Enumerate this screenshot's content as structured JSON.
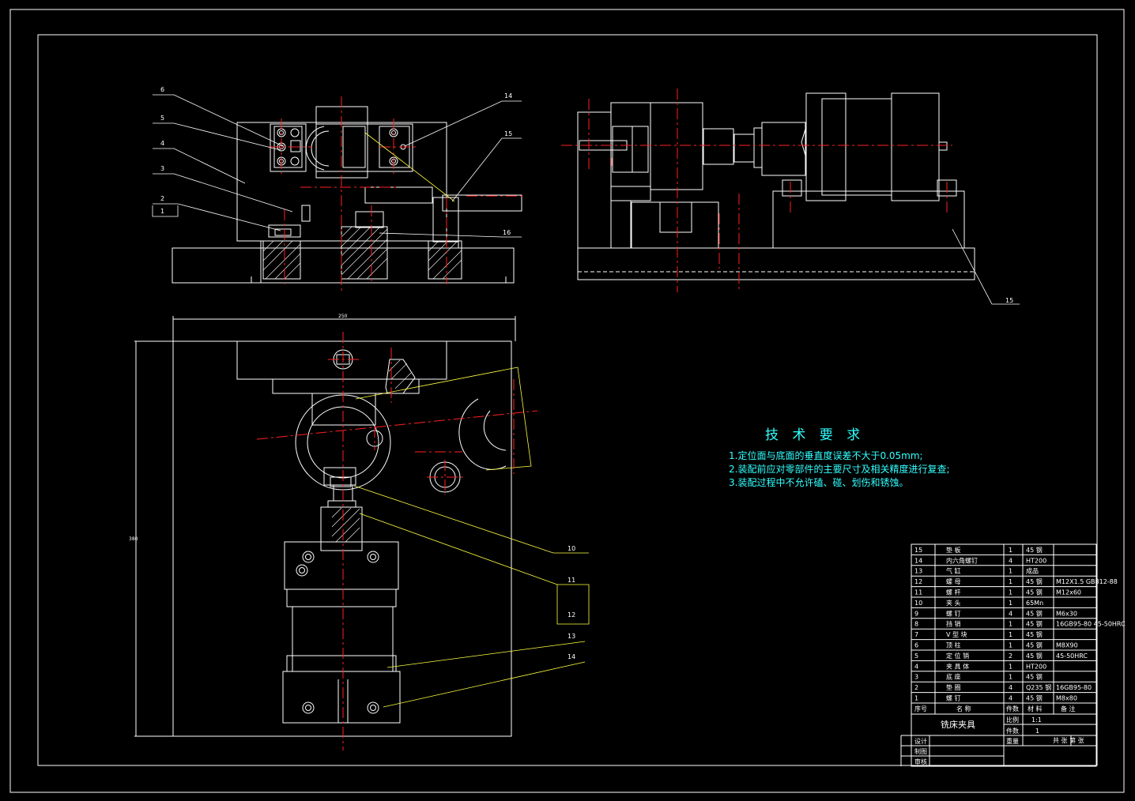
{
  "tech": {
    "title": "技 术 要 求",
    "req1": "1.定位面与底面的垂直度误差不大于0.05mm;",
    "req2": "2.装配前应对零部件的主要尺寸及相关精度进行复查;",
    "req3": "3.装配过程中不允许磕、碰、划伤和锈蚀。"
  },
  "labels": {
    "top_left": [
      "6",
      "5",
      "4",
      "3",
      "2",
      "1",
      "14",
      "15",
      "16"
    ],
    "right_view": "15",
    "bottom": [
      "10",
      "11",
      "12",
      "13",
      "14"
    ],
    "dim_width": "250",
    "dim_height": "380"
  },
  "parts": [
    {
      "no": "15",
      "name": "垫  板",
      "qty": "1",
      "material": "45 钢",
      "note": ""
    },
    {
      "no": "14",
      "name": "内六角螺钉",
      "qty": "4",
      "material": "HT200",
      "note": ""
    },
    {
      "no": "13",
      "name": "气  缸",
      "qty": "1",
      "material": "成品",
      "note": ""
    },
    {
      "no": "12",
      "name": "螺  母",
      "qty": "1",
      "material": "45 钢",
      "note": "M12X1.5 GB812-88"
    },
    {
      "no": "11",
      "name": "螺  杆",
      "qty": "1",
      "material": "45 钢",
      "note": "M12x60"
    },
    {
      "no": "10",
      "name": "夹  头",
      "qty": "1",
      "material": "65Mn",
      "note": ""
    },
    {
      "no": "9",
      "name": "螺  钉",
      "qty": "4",
      "material": "45 钢",
      "note": "M6x30"
    },
    {
      "no": "8",
      "name": "挡  销",
      "qty": "1",
      "material": "45 钢",
      "note": "16GB95-80 45-50HRC"
    },
    {
      "no": "7",
      "name": "V 型 块",
      "qty": "1",
      "material": "45 钢",
      "note": ""
    },
    {
      "no": "6",
      "name": "顶  柱",
      "qty": "1",
      "material": "45 钢",
      "note": "M8X90"
    },
    {
      "no": "5",
      "name": "定 位 销",
      "qty": "2",
      "material": "45 钢",
      "note": "45-50HRC"
    },
    {
      "no": "4",
      "name": "夹 具 体",
      "qty": "1",
      "material": "HT200",
      "note": ""
    },
    {
      "no": "3",
      "name": "底  座",
      "qty": "1",
      "material": "45 钢",
      "note": ""
    },
    {
      "no": "2",
      "name": "垫  圈",
      "qty": "4",
      "material": "Q235 钢",
      "note": "16GB95-80"
    },
    {
      "no": "1",
      "name": "螺  钉",
      "qty": "4",
      "material": "45 钢",
      "note": "M8x80"
    }
  ],
  "header": {
    "no": "序号",
    "name": "名  称",
    "qty": "件数",
    "material": "材 料",
    "note": "备 注"
  },
  "title_block": {
    "name": "铣床夹具",
    "scale_label": "比例",
    "scale": "1:1",
    "count_label": "件数",
    "count": "1",
    "weight_label": "重量",
    "sheet": "共 张  第 张",
    "design": "设计",
    "draw": "制图",
    "check": "审核"
  },
  "colors": {
    "line": "#ffffff",
    "center": "#ff2020",
    "leader": "#ffff40",
    "text_cyan": "#33ffff"
  }
}
